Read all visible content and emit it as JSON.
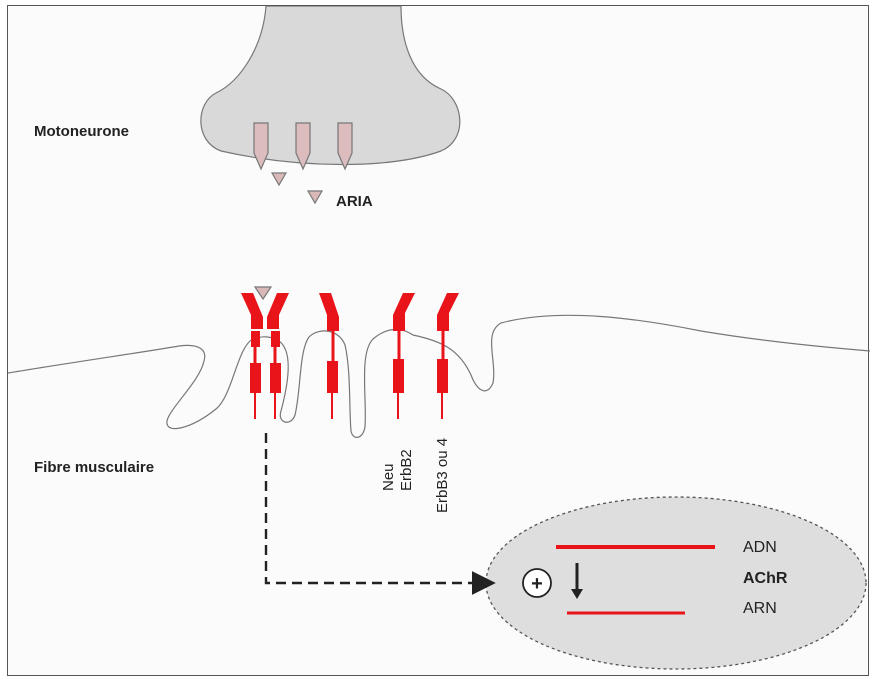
{
  "labels": {
    "motoneurone": "Motoneurone",
    "aria": "ARIA",
    "fibre": "Fibre musculaire",
    "receptor_neu": "Neu",
    "receptor_erbb2": "ErbB2",
    "receptor_erbb3": "ErbB3 ou 4",
    "adn": "ADN",
    "achr": "AChR",
    "arn": "ARN",
    "plus_symbol": "+"
  },
  "colors": {
    "receptor": "#e8141a",
    "neuron_fill": "#d9d9d9",
    "vesicle_fill": "#dcbcbc",
    "nucleus_fill": "#dedede"
  }
}
